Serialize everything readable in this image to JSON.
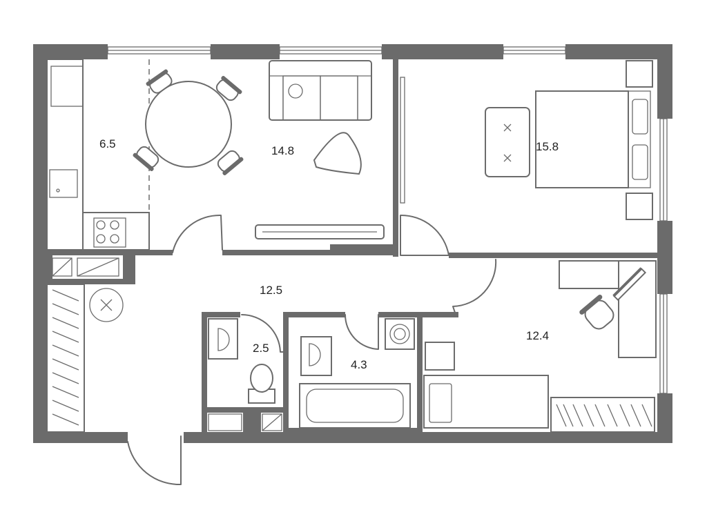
{
  "rooms": {
    "kitchen": {
      "area": "6.5"
    },
    "living": {
      "area": "14.8"
    },
    "bedroom": {
      "area": "15.8"
    },
    "hall": {
      "area": "12.5"
    },
    "wc": {
      "area": "2.5"
    },
    "bathroom": {
      "area": "4.3"
    },
    "second_bedroom": {
      "area": "12.4"
    }
  },
  "colors": {
    "wall": "#6b6b6b",
    "label": "#222222",
    "background": "#ffffff"
  }
}
